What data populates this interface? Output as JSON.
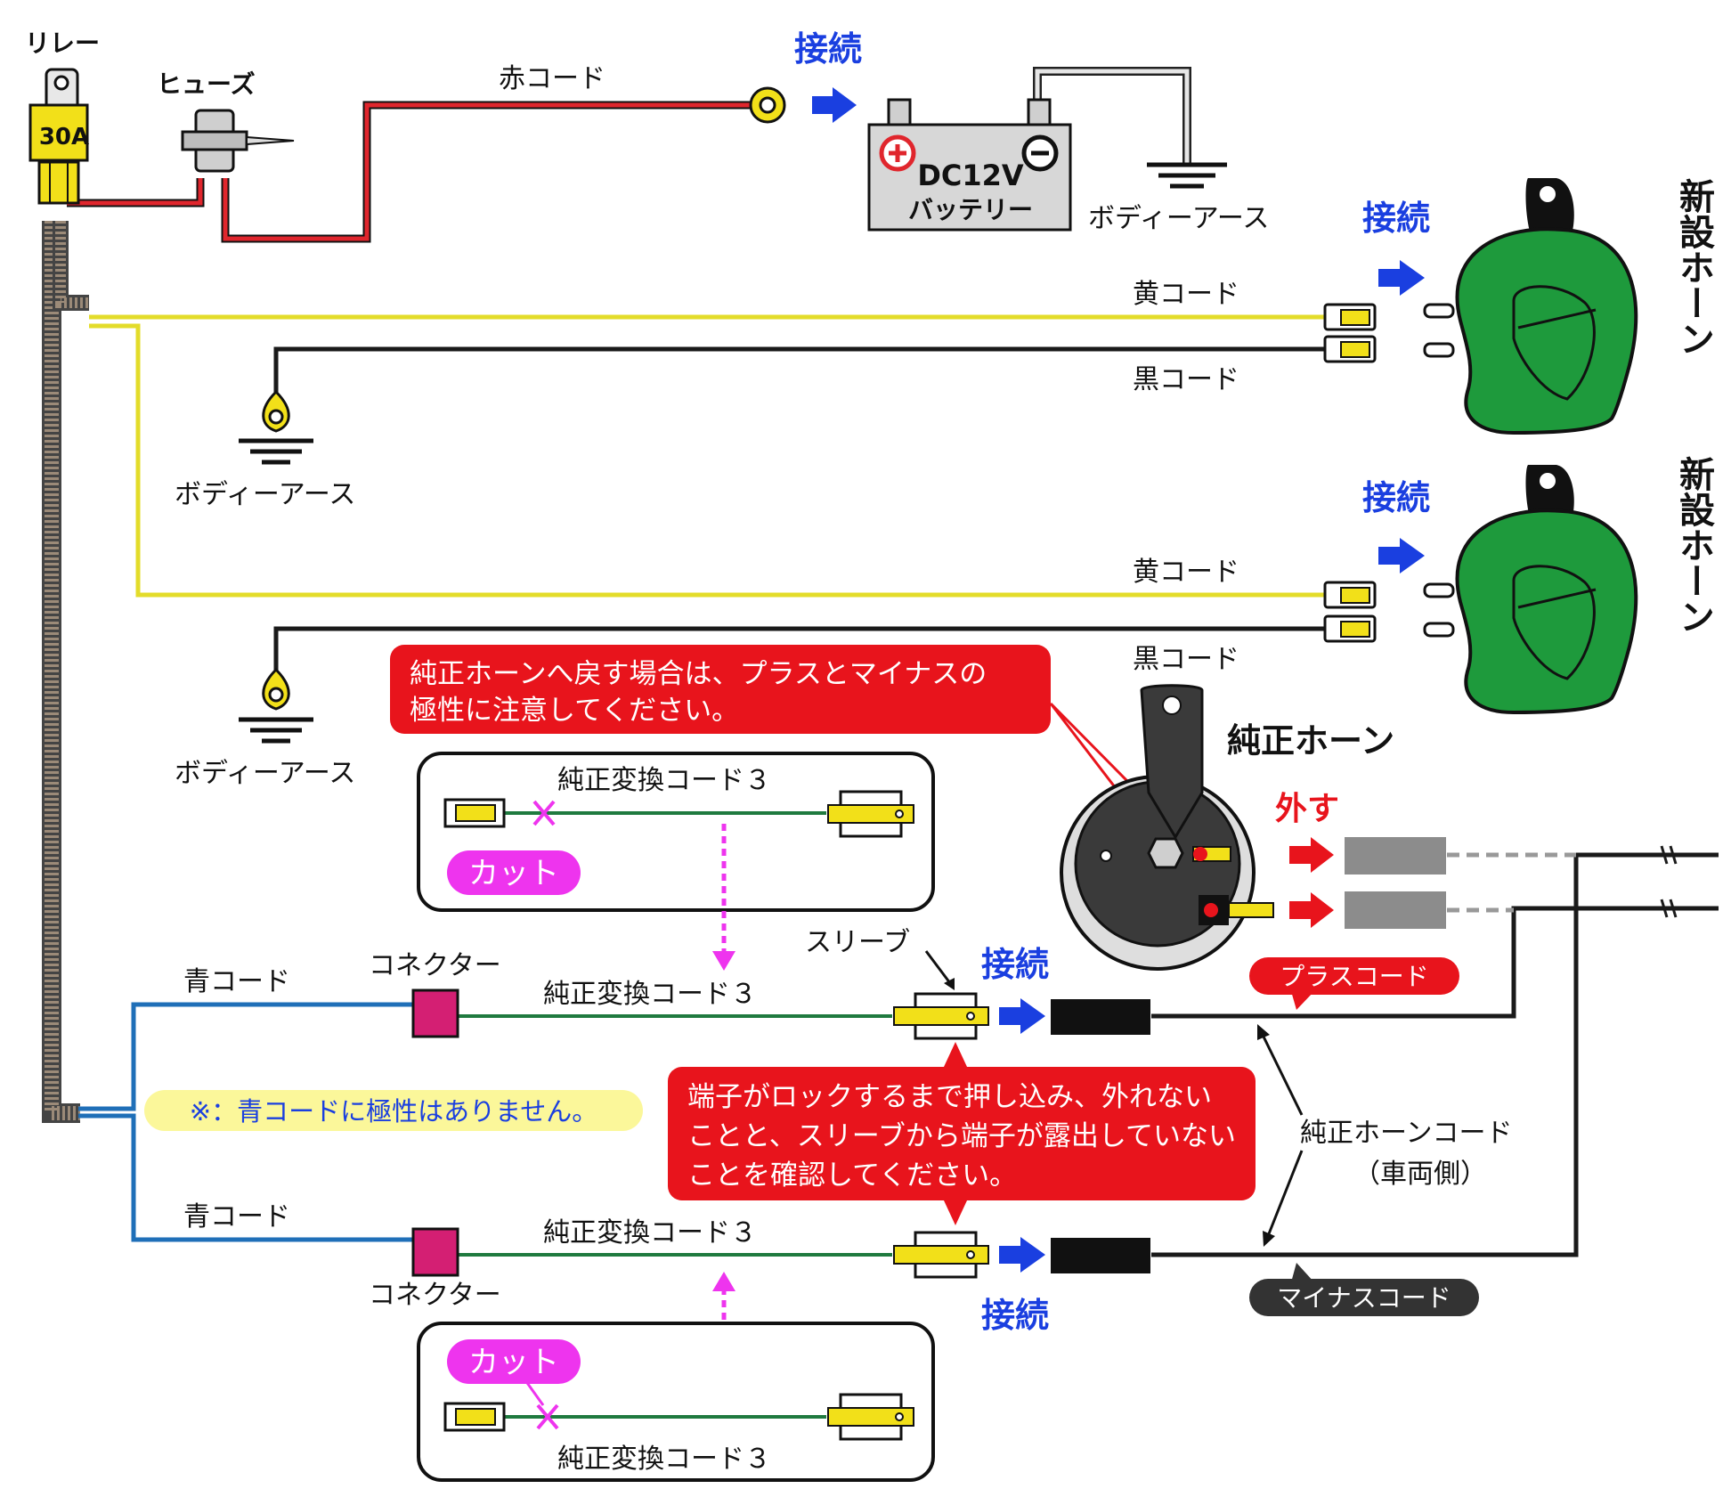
{
  "labels": {
    "relay": "リレー",
    "relay_rating": "30A",
    "fuse": "ヒューズ",
    "red_cord": "赤コード",
    "connect": "接続",
    "battery_voltage": "DC12V",
    "battery": "バッテリー",
    "body_earth": "ボディーアース",
    "yellow_cord": "黄コード",
    "black_cord": "黒コード",
    "new_horn": "新設ホーン",
    "oem_horn": "純正ホーン",
    "remove": "外す",
    "conversion_cord": "純正変換コード３",
    "cut": "カット",
    "sleeve": "スリーブ",
    "blue_cord": "青コード",
    "connector": "コネクター",
    "plus_cord": "プラスコード",
    "minus_cord": "マイナスコード",
    "oem_horn_cord": "純正ホーンコード",
    "vehicle_side": "（車両側）"
  },
  "notes": {
    "polarity_line1": "純正ホーンへ戻す場合は、プラスとマイナスの",
    "polarity_line2": "極性に注意してください。",
    "blue_note": "※：青コードに極性はありません。",
    "lock_line1": "端子がロックするまで押し込み、外れない",
    "lock_line2": "ことと、スリーブから端子が露出していない",
    "lock_line3": "ことを確認してください。"
  },
  "colors": {
    "red_wire": "#e0262d",
    "yellow_wire": "#e3dc2a",
    "black_wire": "#1a1a1a",
    "blue_wire": "#1f6fb8",
    "green_wire": "#1f7a3f",
    "horn_green": "#1e9a3c",
    "accent_blue": "#1a3fe0",
    "callout_red": "#e8141c",
    "magenta": "#ee34ee",
    "terminal_yellow": "#f2e019",
    "connector_pink": "#d41f73",
    "note_yellow": "#fbf79a"
  }
}
